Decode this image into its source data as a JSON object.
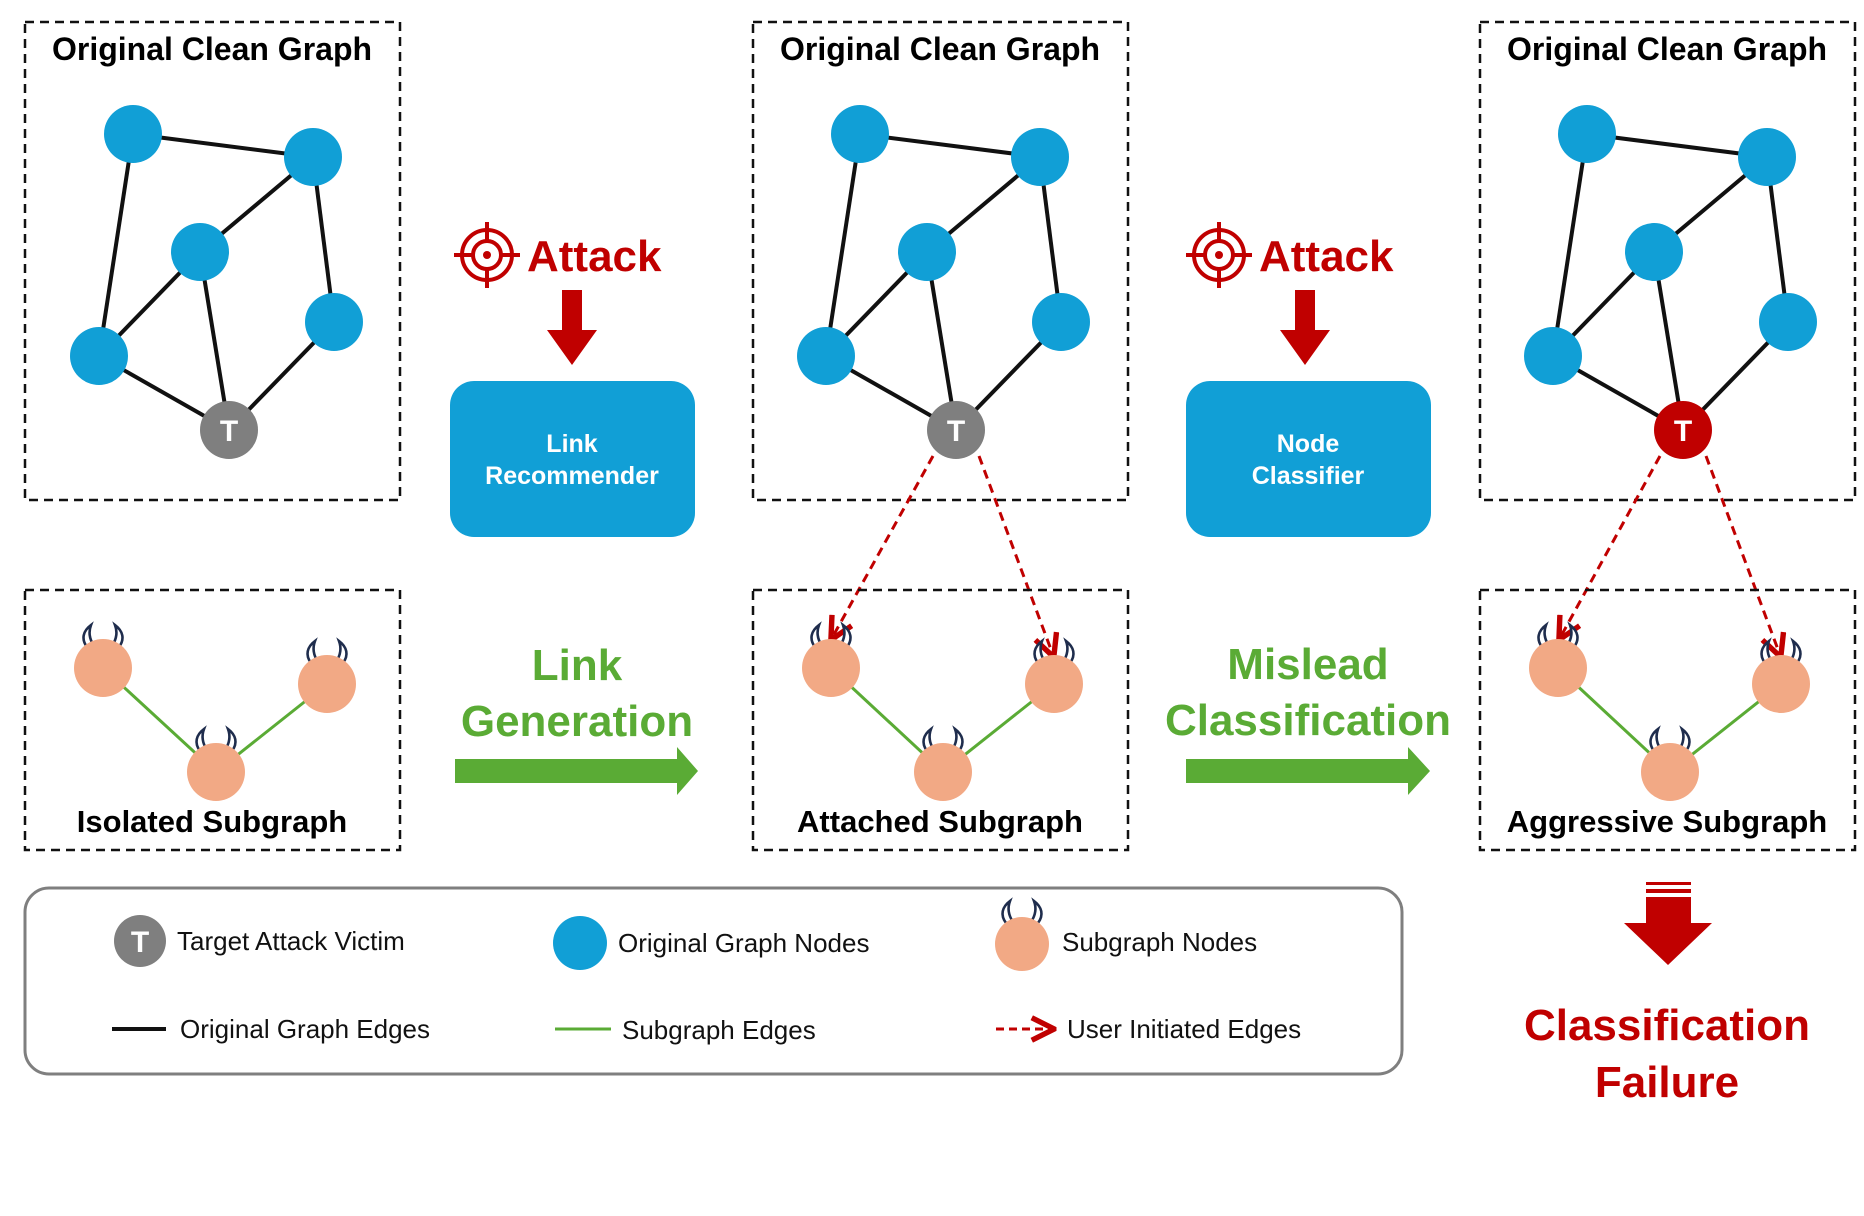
{
  "panels": {
    "p1": {
      "graph_title": "Original Clean Graph",
      "sub_title": "Isolated Subgraph"
    },
    "p2": {
      "graph_title": "Original Clean Graph",
      "sub_title": "Attached Subgraph"
    },
    "p3": {
      "graph_title": "Original Clean Graph",
      "sub_title": "Aggressive Subgraph"
    }
  },
  "attack_label": "Attack",
  "link_recommender": {
    "line1": "Link",
    "line2": "Recommender"
  },
  "node_classifier": {
    "line1": "Node",
    "line2": "Classifier"
  },
  "step1": {
    "line1": "Link",
    "line2": "Generation"
  },
  "step2": {
    "line1": "Mislead",
    "line2": "Classification"
  },
  "result": {
    "line1": "Classification",
    "line2": "Failure"
  },
  "target_letter": "T",
  "legend": {
    "target": "Target Attack Victim",
    "original_nodes": "Original Graph Nodes",
    "subgraph_nodes": "Subgraph Nodes",
    "original_edges": "Original Graph Edges",
    "subgraph_edges": "Subgraph Edges",
    "user_edges": "User Initiated Edges"
  },
  "colors": {
    "original_node": "#119fd6",
    "subgraph_node": "#f2a985",
    "target_clean": "#7f7f7f",
    "target_attacked": "#c00000",
    "attack_red": "#c00000",
    "process_box": "#119fd6",
    "green": "#5aab35"
  }
}
